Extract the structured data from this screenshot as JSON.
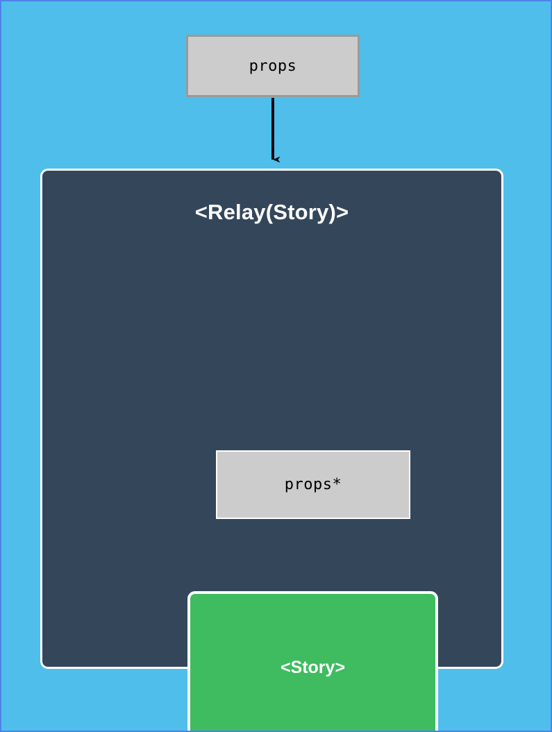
{
  "diagram": {
    "title": "Relay Story container diagram",
    "background_color": "#4FBEEA",
    "border_color": "#4C82E8",
    "nodes": {
      "props_outer": {
        "label": "props",
        "fill": "#CCCCCC",
        "stroke": "#9A9A9A",
        "text_color": "#000000"
      },
      "relay_container": {
        "label": "<Relay(Story)>",
        "fill": "#34465A",
        "stroke": "#FFFFFF",
        "text_color": "#FFFFFF"
      },
      "props_inner": {
        "label": "props*",
        "fill": "#CCCCCC",
        "stroke": "#FFFFFF",
        "text_color": "#000000"
      },
      "story": {
        "label": "<Story>",
        "fill": "#3EBC5F",
        "stroke": "#FFFFFF",
        "text_color": "#FFFFFF"
      }
    },
    "edges": [
      {
        "name": "props-to-relay",
        "from": "props_outer",
        "to": "relay_container",
        "color": "#0B0B12",
        "label": ""
      },
      {
        "name": "props-star-to-story",
        "from": "props_inner",
        "to": "story",
        "color": "#F2F2F2",
        "label": ""
      }
    ]
  }
}
